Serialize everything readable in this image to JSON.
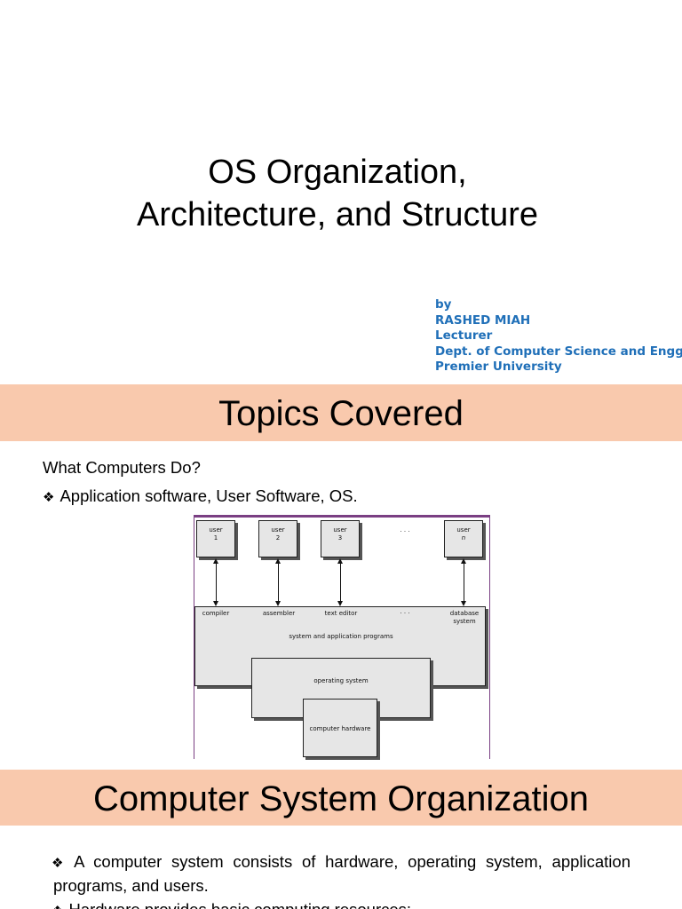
{
  "slides": [
    {
      "title_line1": "OS Organization,",
      "title_line2": "Architecture, and Structure",
      "author": {
        "by": "by",
        "name": "RASHED MIAH",
        "role": "Lecturer",
        "dept": "Dept. of Computer Science and Engg.",
        "university": "Premier University"
      },
      "author_color": "#1f6fb8"
    },
    {
      "heading": "Topics Covered",
      "intro": "What Computers Do?",
      "bullet": "Application software, User Software, OS.",
      "diagram": {
        "users": [
          {
            "line1": "user",
            "line2": "1"
          },
          {
            "line1": "user",
            "line2": "2"
          },
          {
            "line1": "user",
            "line2": "3"
          },
          {
            "line1": "user",
            "line2": "n"
          }
        ],
        "user_ellipsis": "· · ·",
        "programs": [
          "compiler",
          "assembler",
          "text editor",
          "· · ·",
          "database",
          "system"
        ],
        "system_programs": "system and application programs",
        "operating_system": "operating system",
        "hardware": "computer hardware"
      }
    },
    {
      "heading": "Computer System Organization",
      "bullets": [
        "A computer system consists of hardware, operating system, application programs, and users.",
        "Hardware provides basic computing resources:"
      ]
    }
  ],
  "colors": {
    "heading_band": "#f9c9ad",
    "diagram_border": "#7a3f83",
    "box_fill": "#e6e6e6"
  },
  "icons": {
    "bullet": "diamond-bullet-icon"
  }
}
